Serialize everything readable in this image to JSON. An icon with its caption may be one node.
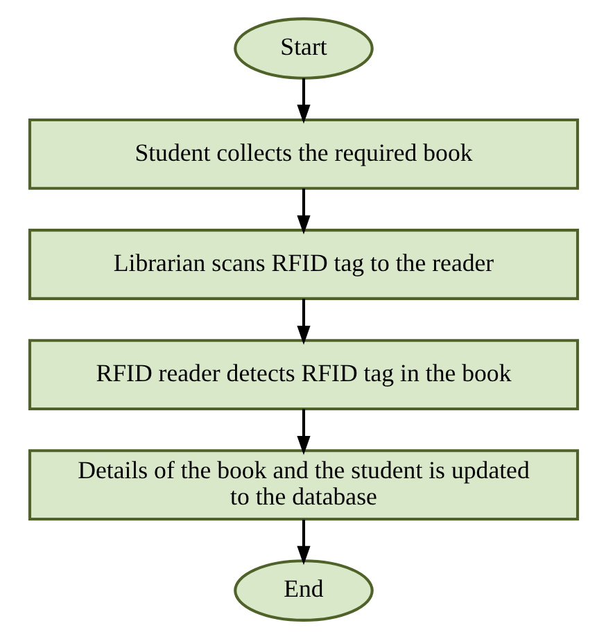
{
  "diagram": {
    "nodes": [
      {
        "text": [
          "Start"
        ]
      },
      {
        "text": [
          "Student collects the required book"
        ]
      },
      {
        "text": [
          "Librarian scans RFID tag to the reader"
        ]
      },
      {
        "text": [
          "RFID reader detects RFID tag in the book"
        ]
      },
      {
        "text": [
          "Details of the book and the student is updated to the database"
        ]
      },
      {
        "text": [
          "End"
        ]
      }
    ],
    "edges": [
      {
        "from": 0,
        "to": 1,
        "arrow": "to"
      },
      {
        "from": 1,
        "to": 2,
        "arrow": "to"
      },
      {
        "from": 2,
        "to": 3,
        "arrow": "to"
      },
      {
        "from": 3,
        "to": 4,
        "arrow": "to"
      },
      {
        "from": 4,
        "to": 5,
        "arrow": "to"
      }
    ]
  }
}
